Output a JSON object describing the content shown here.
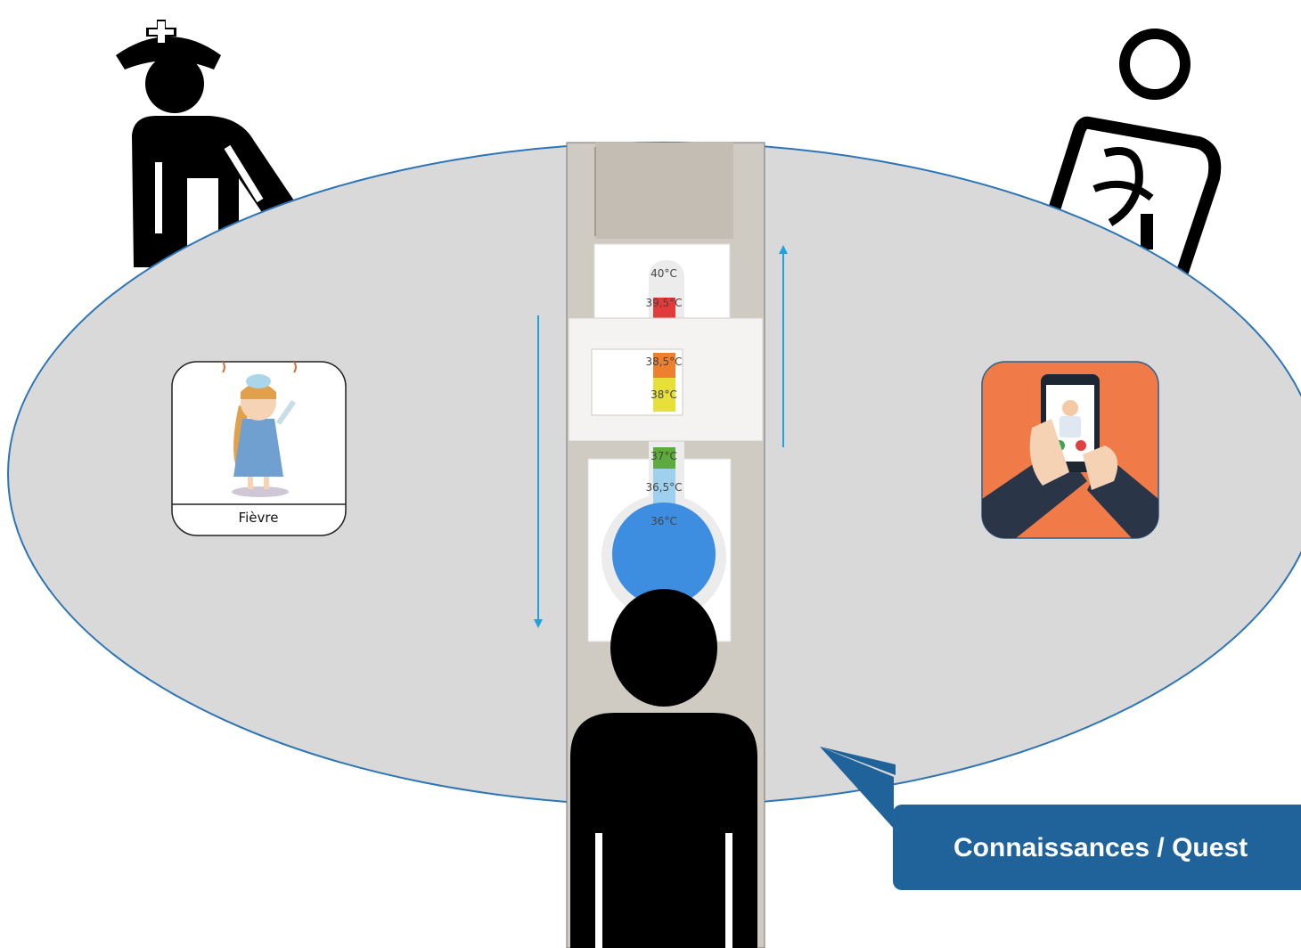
{
  "thermometer": {
    "labels": [
      "40°C",
      "39,5°C",
      "38,5°C",
      "38°C",
      "37°C",
      "36,5°C",
      "36°C"
    ],
    "band_colors": {
      "red": "#e23b3b",
      "orange": "#ee7f2e",
      "yellow": "#e8e03a",
      "green": "#5dab3f",
      "light_blue": "#9fd1ef",
      "bulb_blue": "#3d8de0"
    }
  },
  "fever_card": {
    "label": "Fièvre",
    "icon": "sick-child"
  },
  "teleconsult_card": {
    "icon": "smartphone-doctor-call",
    "bg_color": "#f07b49"
  },
  "roles": {
    "nurse_icon": "nurse-icon",
    "pharmacist_icon": "pharmacist-icon",
    "patient_icon": "patient-icon"
  },
  "callout": {
    "text": "Connaissances / Quest",
    "color": "#20639b"
  },
  "colors": {
    "ellipse_fill": "#d9d9d9",
    "ellipse_stroke": "#2e75b6",
    "arrow": "#1ea2e0"
  }
}
